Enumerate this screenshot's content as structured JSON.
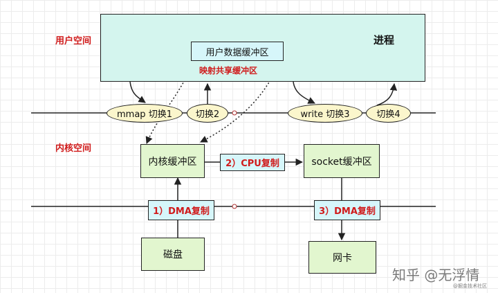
{
  "zones": {
    "user_space": "用户空间",
    "kernel_space": "内核空间"
  },
  "process": {
    "label": "进程",
    "user_buffer": "用户数据缓冲区",
    "mmap_shared": "映射共享缓冲区"
  },
  "switches": {
    "s1": "mmap 切换1",
    "s2": "切换2",
    "s3": "write 切换3",
    "s4": "切换4"
  },
  "kernel": {
    "kernel_buffer": "内核缓冲区",
    "socket_buffer": "socket缓冲区"
  },
  "copies": {
    "cpu": "2）CPU复制",
    "dma1": "1）DMA复制",
    "dma3": "3）DMA复制"
  },
  "devices": {
    "disk": "磁盘",
    "nic": "网卡"
  },
  "watermark": {
    "main": "知乎 @无浮情",
    "sub": "@掘金技术社区"
  },
  "colors": {
    "label_red": "#d01b1b",
    "process_fill": "#d4f5ee",
    "box_fill": "#e2f6cf",
    "switch_fill": "#fbf6cc",
    "copy_fill": "#d6f6fa"
  }
}
